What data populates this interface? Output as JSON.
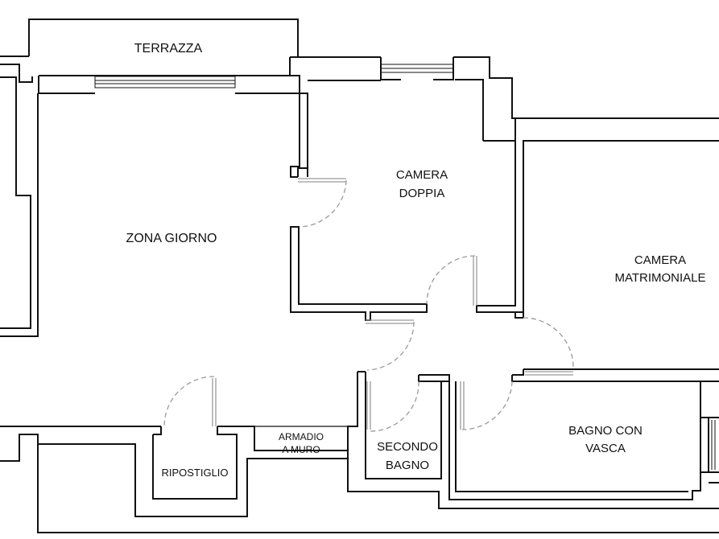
{
  "rooms": {
    "terrazza": "TERRAZZA",
    "zona_giorno": "ZONA GIORNO",
    "camera_doppia": [
      "CAMERA",
      "DOPPIA"
    ],
    "camera_matrimoniale": [
      "CAMERA",
      "MATRIMONIALE"
    ],
    "bagno_con_vasca": [
      "BAGNO CON",
      "VASCA"
    ],
    "secondo_bagno": [
      "SECONDO",
      "BAGNO"
    ],
    "ripostiglio": "RIPOSTIGLIO",
    "armadio_a_muro": [
      "ARMADIO",
      "A MURO"
    ]
  },
  "colors": {
    "wall": "#111111",
    "door_swing": "#9a9a9a",
    "background": "#ffffff"
  }
}
